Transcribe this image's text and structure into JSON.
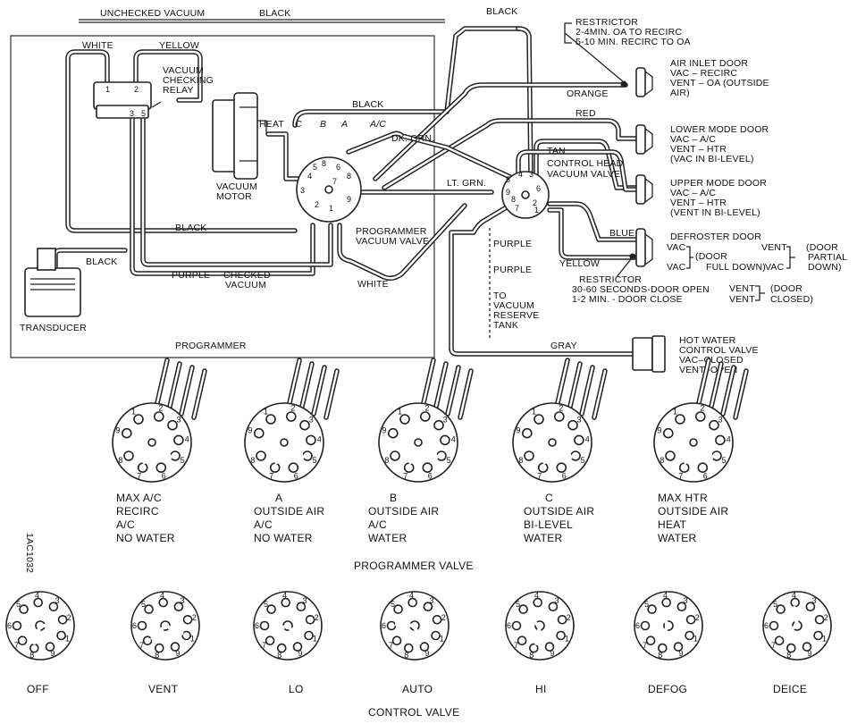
{
  "hoses": {
    "unchecked_vacuum": "UNCHECKED VACUUM",
    "black_top": "BLACK",
    "black_top_right": "BLACK",
    "white": "WHITE",
    "yellow_top": "YELLOW",
    "black_mid": "BLACK",
    "dk_grn": "DK. GRN.",
    "lt_grn": "LT. GRN.",
    "black_left": "BLACK",
    "black_lower": "BLACK",
    "purple_left": "PURPLE",
    "checked_vacuum": "CHECKED\nVACUUM",
    "white_bottom": "WHITE",
    "orange": "ORANGE",
    "red": "RED",
    "tan": "TAN",
    "blue": "BLUE",
    "yellow_right": "YELLOW",
    "purple_r1": "PURPLE",
    "purple_r2": "PURPLE",
    "gray": "GRAY",
    "heat": "HEAT",
    "c": "C",
    "b": "B",
    "a": "A",
    "ac": "A/C"
  },
  "components": {
    "vacuum_checking_relay": [
      "VACUUM",
      "CHECKING",
      "RELAY"
    ],
    "vacuum_motor": [
      "VACUUM",
      "MOTOR"
    ],
    "transducer": "TRANSDUCER",
    "programmer": "PROGRAMMER",
    "programmer_vacuum_valve": [
      "PROGRAMMER",
      "VACUUM VALVE"
    ],
    "control_head_vacuum_valve": [
      "CONTROL HEAD",
      "VACUUM VALVE"
    ],
    "to_vacuum_reserve_tank": [
      "TO",
      "VACUUM",
      "RESERVE",
      "TANK"
    ]
  },
  "restrictor_top": [
    "RESTRICTOR",
    "2-4MIN. OA TO RECIRC",
    "5-10 MIN. RECIRC TO OA"
  ],
  "air_inlet_door": [
    "AIR INLET DOOR",
    "VAC – RECIRC",
    "VENT – OA (OUTSIDE",
    "AIR)"
  ],
  "lower_mode_door": [
    "LOWER MODE DOOR",
    "VAC – A/C",
    "VENT – HTR",
    "(VAC IN BI-LEVEL)"
  ],
  "upper_mode_door": [
    "UPPER MODE DOOR",
    "VAC – A/C",
    "VENT – HTR",
    "(VENT IN BI-LEVEL)"
  ],
  "defroster_door": {
    "title": "DEFROSTER DOOR",
    "vac1": "VAC",
    "vac2": "VAC",
    "door_full_down": [
      "(DOOR",
      "FULL DOWN)"
    ],
    "vent1": "VENT",
    "vac3": "VAC",
    "door_partial_down": [
      "(DOOR",
      "PARTIAL",
      "DOWN)"
    ],
    "vent2": "VENT",
    "vent3": "VENT",
    "door_closed": [
      "(DOOR",
      "CLOSED)"
    ]
  },
  "restrictor_bottom": [
    "RESTRICTOR",
    "30-60 SECONDS-DOOR OPEN",
    "1-2 MIN. - DOOR CLOSE"
  ],
  "hot_water_valve": [
    "HOT WATER",
    "CONTROL VALVE",
    "VAC–CLOSED",
    "VENT–OPEN"
  ],
  "figure_id": "1AC1032",
  "programmer_valve": {
    "caption": "PROGRAMMER VALVE",
    "positions": [
      {
        "lines": [
          "MAX A/C",
          "RECIRC",
          "A/C",
          "NO WATER"
        ]
      },
      {
        "lines": [
          "A",
          "OUTSIDE AIR",
          "A/C",
          "NO WATER"
        ]
      },
      {
        "lines": [
          "B",
          "OUTSIDE AIR",
          "A/C",
          "WATER"
        ]
      },
      {
        "lines": [
          "C",
          "OUTSIDE AIR",
          "BI-LEVEL",
          "WATER"
        ]
      },
      {
        "lines": [
          "MAX HTR",
          "OUTSIDE AIR",
          "HEAT",
          "WATER"
        ]
      }
    ]
  },
  "control_valve": {
    "caption": "CONTROL VALVE",
    "positions": [
      "OFF",
      "VENT",
      "LO",
      "AUTO",
      "HI",
      "DEFOG",
      "DEICE"
    ]
  },
  "port_numbers": [
    "1",
    "2",
    "3",
    "4",
    "5",
    "6",
    "7",
    "8",
    "9"
  ]
}
